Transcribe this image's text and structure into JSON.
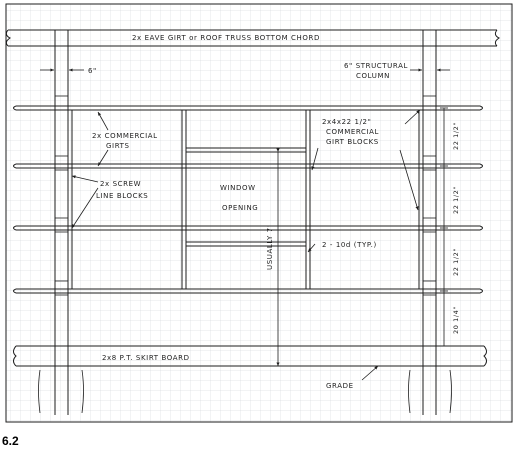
{
  "figure_number": "6.2",
  "labels": {
    "eave_girt": "2x EAVE GIRT or ROOF TRUSS BOTTOM CHORD",
    "column_width": "6\"",
    "structural_column_line1": "6\" STRUCTURAL",
    "structural_column_line2": "COLUMN",
    "commercial_girts_line1": "2x COMMERCIAL",
    "commercial_girts_line2": "GIRTS",
    "girt_blocks_line1": "2x4x22 1/2\"",
    "girt_blocks_line2": "COMMERCIAL",
    "girt_blocks_line3": "GIRT BLOCKS",
    "screw_line_blocks_line1": "2x SCREW",
    "screw_line_blocks_line2": "LINE BLOCKS",
    "window_opening_line1": "WINDOW",
    "window_opening_line2": "OPENING",
    "window_height": "USUALLY 7'",
    "nail_note": "2 - 10d (TYP.)",
    "skirt_board": "2x8 P.T. SKIRT BOARD",
    "grade": "GRADE",
    "spacing_1": "22 1/2\"",
    "spacing_2": "22 1/2\"",
    "spacing_3": "22 1/2\"",
    "spacing_4": "20 1/4\""
  },
  "colors": {
    "line": "#1e1e1e",
    "grid": "#c9cfd6",
    "background": "#ffffff"
  }
}
